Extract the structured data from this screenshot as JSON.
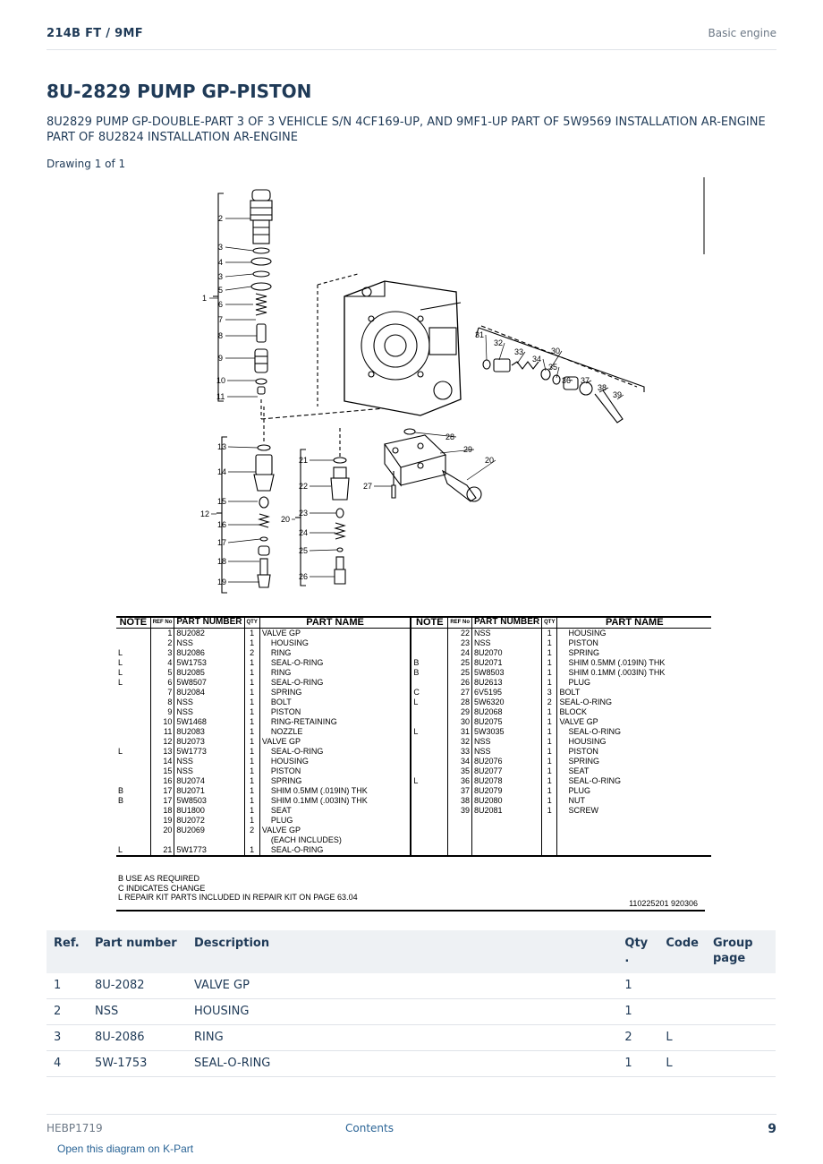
{
  "header": {
    "model": "214B FT  /  9MF",
    "section": "Basic engine"
  },
  "title": "8U-2829 PUMP GP-PISTON",
  "subtitle": "8U2829 PUMP GP-DOUBLE-PART 3 OF 3 VEHICLE S/N 4CF169-UP, AND 9MF1-UP PART OF 5W9569 INSTALLATION AR-ENGINE PART OF 8U2824 INSTALLATION AR-ENGINE",
  "drawing_label": "Drawing 1 of 1",
  "diagram": {
    "callouts": [
      "1",
      "2",
      "3",
      "4",
      "3",
      "5",
      "6",
      "7",
      "8",
      "9",
      "10",
      "11",
      "12",
      "13",
      "14",
      "15",
      "16",
      "17",
      "18",
      "19",
      "20",
      "21",
      "22",
      "23",
      "24",
      "25",
      "26",
      "27",
      "28",
      "29",
      "20",
      "30",
      "31",
      "32",
      "33",
      "34",
      "35",
      "36",
      "37",
      "38",
      "39"
    ],
    "table_headers": {
      "note": "NOTE",
      "ref": "REF No",
      "part_number": "PART NUMBER",
      "qty": "QTY",
      "part_name": "PART NAME"
    },
    "rows": [
      {
        "left": {
          "note": "",
          "ref": "1",
          "pn": "8U2082",
          "qty": "1",
          "name": "VALVE GP",
          "indent": false
        },
        "right": {
          "note": "",
          "ref": "22",
          "pn": "NSS",
          "qty": "1",
          "name": "HOUSING",
          "indent": true
        }
      },
      {
        "left": {
          "note": "",
          "ref": "2",
          "pn": "NSS",
          "qty": "1",
          "name": "HOUSING",
          "indent": true
        },
        "right": {
          "note": "",
          "ref": "23",
          "pn": "NSS",
          "qty": "1",
          "name": "PISTON",
          "indent": true
        }
      },
      {
        "left": {
          "note": "L",
          "ref": "3",
          "pn": "8U2086",
          "qty": "2",
          "name": "RING",
          "indent": true
        },
        "right": {
          "note": "",
          "ref": "24",
          "pn": "8U2070",
          "qty": "1",
          "name": "SPRING",
          "indent": true
        }
      },
      {
        "left": {
          "note": "L",
          "ref": "4",
          "pn": "5W1753",
          "qty": "1",
          "name": "SEAL-O-RING",
          "indent": true
        },
        "right": {
          "note": "B",
          "ref": "25",
          "pn": "8U2071",
          "qty": "1",
          "name": "SHIM 0.5MM (.019IN) THK",
          "indent": true
        }
      },
      {
        "left": {
          "note": "L",
          "ref": "5",
          "pn": "8U2085",
          "qty": "1",
          "name": "RING",
          "indent": true
        },
        "right": {
          "note": "B",
          "ref": "25",
          "pn": "5W8503",
          "qty": "1",
          "name": "SHIM 0.1MM (.003IN) THK",
          "indent": true
        }
      },
      {
        "left": {
          "note": "L",
          "ref": "6",
          "pn": "5W8507",
          "qty": "1",
          "name": "SEAL-O-RING",
          "indent": true
        },
        "right": {
          "note": "",
          "ref": "26",
          "pn": "8U2613",
          "qty": "1",
          "name": "PLUG",
          "indent": true
        }
      },
      {
        "left": {
          "note": "",
          "ref": "7",
          "pn": "8U2084",
          "qty": "1",
          "name": "SPRING",
          "indent": true
        },
        "right": {
          "note": "C",
          "ref": "27",
          "pn": "6V5195",
          "qty": "3",
          "name": "BOLT",
          "indent": false
        }
      },
      {
        "left": {
          "note": "",
          "ref": "8",
          "pn": "NSS",
          "qty": "1",
          "name": "BOLT",
          "indent": true
        },
        "right": {
          "note": "L",
          "ref": "28",
          "pn": "5W6320",
          "qty": "2",
          "name": "SEAL-O-RING",
          "indent": false
        }
      },
      {
        "left": {
          "note": "",
          "ref": "9",
          "pn": "NSS",
          "qty": "1",
          "name": "PISTON",
          "indent": true
        },
        "right": {
          "note": "",
          "ref": "29",
          "pn": "8U2068",
          "qty": "1",
          "name": "BLOCK",
          "indent": false
        }
      },
      {
        "left": {
          "note": "",
          "ref": "10",
          "pn": "5W1468",
          "qty": "1",
          "name": "RING-RETAINING",
          "indent": true
        },
        "right": {
          "note": "",
          "ref": "30",
          "pn": "8U2075",
          "qty": "1",
          "name": "VALVE GP",
          "indent": false
        }
      },
      {
        "left": {
          "note": "",
          "ref": "11",
          "pn": "8U2083",
          "qty": "1",
          "name": "NOZZLE",
          "indent": true
        },
        "right": {
          "note": "L",
          "ref": "31",
          "pn": "5W3035",
          "qty": "1",
          "name": "SEAL-O-RING",
          "indent": true
        }
      },
      {
        "left": {
          "note": "",
          "ref": "12",
          "pn": "8U2073",
          "qty": "1",
          "name": "VALVE GP",
          "indent": false
        },
        "right": {
          "note": "",
          "ref": "32",
          "pn": "NSS",
          "qty": "1",
          "name": "HOUSING",
          "indent": true
        }
      },
      {
        "left": {
          "note": "L",
          "ref": "13",
          "pn": "5W1773",
          "qty": "1",
          "name": "SEAL-O-RING",
          "indent": true
        },
        "right": {
          "note": "",
          "ref": "33",
          "pn": "NSS",
          "qty": "1",
          "name": "PISTON",
          "indent": true
        }
      },
      {
        "left": {
          "note": "",
          "ref": "14",
          "pn": "NSS",
          "qty": "1",
          "name": "HOUSING",
          "indent": true
        },
        "right": {
          "note": "",
          "ref": "34",
          "pn": "8U2076",
          "qty": "1",
          "name": "SPRING",
          "indent": true
        }
      },
      {
        "left": {
          "note": "",
          "ref": "15",
          "pn": "NSS",
          "qty": "1",
          "name": "PISTON",
          "indent": true
        },
        "right": {
          "note": "",
          "ref": "35",
          "pn": "8U2077",
          "qty": "1",
          "name": "SEAT",
          "indent": true
        }
      },
      {
        "left": {
          "note": "",
          "ref": "16",
          "pn": "8U2074",
          "qty": "1",
          "name": "SPRING",
          "indent": true
        },
        "right": {
          "note": "L",
          "ref": "36",
          "pn": "8U2078",
          "qty": "1",
          "name": "SEAL-O-RING",
          "indent": true
        }
      },
      {
        "left": {
          "note": "B",
          "ref": "17",
          "pn": "8U2071",
          "qty": "1",
          "name": "SHIM 0.5MM (.019IN) THK",
          "indent": true
        },
        "right": {
          "note": "",
          "ref": "37",
          "pn": "8U2079",
          "qty": "1",
          "name": "PLUG",
          "indent": true
        }
      },
      {
        "left": {
          "note": "B",
          "ref": "17",
          "pn": "5W8503",
          "qty": "1",
          "name": "SHIM 0.1MM (.003IN) THK",
          "indent": true
        },
        "right": {
          "note": "",
          "ref": "38",
          "pn": "8U2080",
          "qty": "1",
          "name": "NUT",
          "indent": true
        }
      },
      {
        "left": {
          "note": "",
          "ref": "18",
          "pn": "8U1800",
          "qty": "1",
          "name": "SEAT",
          "indent": true
        },
        "right": {
          "note": "",
          "ref": "39",
          "pn": "8U2081",
          "qty": "1",
          "name": "SCREW",
          "indent": true
        }
      },
      {
        "left": {
          "note": "",
          "ref": "19",
          "pn": "8U2072",
          "qty": "1",
          "name": "PLUG",
          "indent": true
        },
        "right": {
          "note": "",
          "ref": "",
          "pn": "",
          "qty": "",
          "name": "",
          "indent": false
        }
      },
      {
        "left": {
          "note": "",
          "ref": "20",
          "pn": "8U2069",
          "qty": "2",
          "name": "VALVE GP",
          "indent": false
        },
        "right": {
          "note": "",
          "ref": "",
          "pn": "",
          "qty": "",
          "name": "",
          "indent": false
        }
      },
      {
        "left": {
          "note": "",
          "ref": "",
          "pn": "",
          "qty": "",
          "name": "(EACH INCLUDES)",
          "indent": true
        },
        "right": {
          "note": "",
          "ref": "",
          "pn": "",
          "qty": "",
          "name": "",
          "indent": false
        }
      },
      {
        "left": {
          "note": "L",
          "ref": "21",
          "pn": "5W1773",
          "qty": "1",
          "name": "SEAL-O-RING",
          "indent": true
        },
        "right": {
          "note": "",
          "ref": "",
          "pn": "",
          "qty": "",
          "name": "",
          "indent": false
        }
      }
    ],
    "notes": [
      "B USE AS REQUIRED",
      "C INDICATES CHANGE",
      "L REPAIR KIT PARTS INCLUDED IN REPAIR KIT ON PAGE 63.04"
    ],
    "drawing_code": "110225201 920306"
  },
  "parts_table": {
    "headers": {
      "ref": "Ref.",
      "part_number": "Part number",
      "description": "Description",
      "qty": "Qty .",
      "code": "Code",
      "group_page": "Group page"
    },
    "rows": [
      {
        "ref": "1",
        "part_number": "8U-2082",
        "description": "VALVE GP",
        "qty": "1",
        "code": "",
        "group_page": ""
      },
      {
        "ref": "2",
        "part_number": "NSS",
        "description": "HOUSING",
        "qty": "1",
        "code": "",
        "group_page": ""
      },
      {
        "ref": "3",
        "part_number": "8U-2086",
        "description": "RING",
        "qty": "2",
        "code": "L",
        "group_page": ""
      },
      {
        "ref": "4",
        "part_number": "5W-1753",
        "description": "SEAL-O-RING",
        "qty": "1",
        "code": "L",
        "group_page": ""
      }
    ]
  },
  "footer": {
    "doc_id": "HEBP1719",
    "contents_link": "Contents",
    "page_number": "9",
    "kpart_link": "Open this diagram on K-Part"
  }
}
